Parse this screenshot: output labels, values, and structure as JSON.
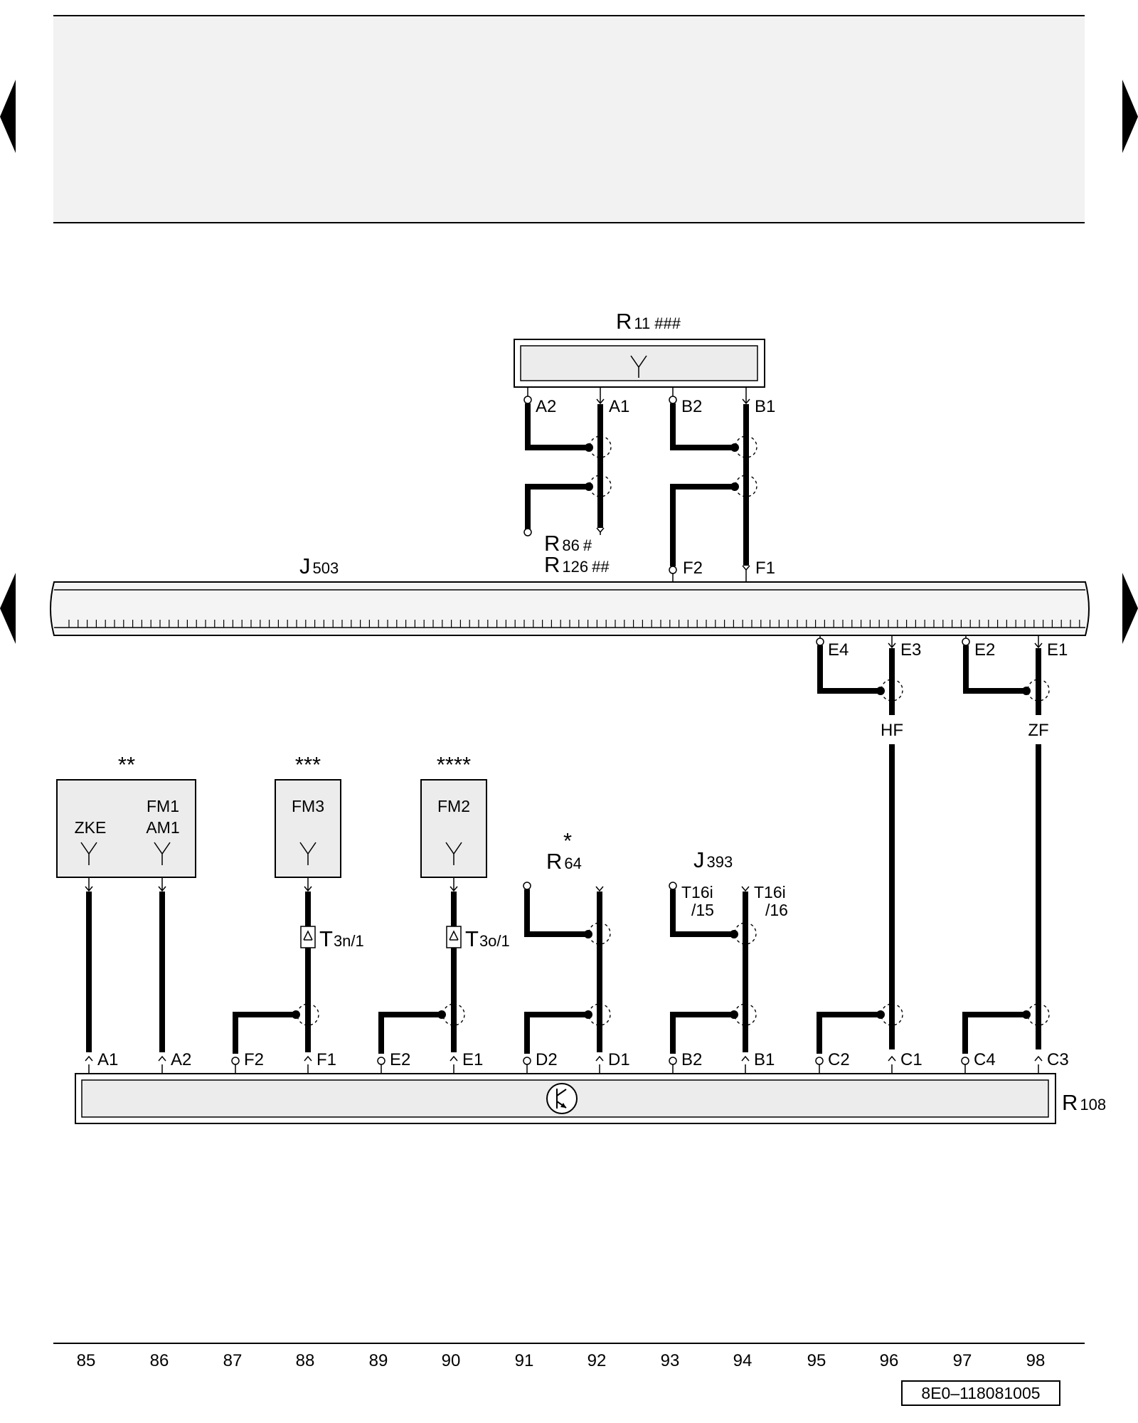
{
  "header": {
    "background": "#f2f2f2"
  },
  "components": {
    "r11": {
      "letter": "R",
      "num": "11",
      "mark": "###"
    },
    "r86": {
      "letter": "R",
      "num": "86",
      "mark": "#"
    },
    "r126": {
      "letter": "R",
      "num": "126",
      "mark": "##"
    },
    "j503": {
      "letter": "J",
      "num": "503"
    },
    "r64": {
      "letter": "R",
      "num": "64",
      "mark": "*"
    },
    "j393": {
      "letter": "J",
      "num": "393"
    },
    "r108": {
      "letter": "R",
      "num": "108"
    },
    "box_zke": {
      "mark": "**",
      "label1": "ZKE",
      "label2a": "FM1",
      "label2b": "AM1"
    },
    "box_fm3": {
      "mark": "***",
      "label": "FM3"
    },
    "box_fm2": {
      "mark": "****",
      "label": "FM2"
    }
  },
  "r11_pins": [
    "A2",
    "A1",
    "B2",
    "B1"
  ],
  "j503_top_pins": [
    "F2",
    "F1"
  ],
  "j503_bottom_pins": [
    "E4",
    "E3",
    "E2",
    "E1"
  ],
  "cables": [
    "HF",
    "ZF"
  ],
  "connectors": {
    "t3n": {
      "main": "T",
      "sub": "3n/1"
    },
    "t3o": {
      "main": "T",
      "sub": "3o/1"
    },
    "t16_15": {
      "line1": "T16i",
      "line2": "/15"
    },
    "t16_16": {
      "line1": "T16i",
      "line2": "/16"
    }
  },
  "r108_pins": [
    "A1",
    "A2",
    "F2",
    "F1",
    "E2",
    "E1",
    "D2",
    "D1",
    "B2",
    "B1",
    "C2",
    "C1",
    "C4",
    "C3"
  ],
  "columns": [
    "85",
    "86",
    "87",
    "88",
    "89",
    "90",
    "91",
    "92",
    "93",
    "94",
    "95",
    "96",
    "97",
    "98"
  ],
  "code": "8E0–118081005"
}
